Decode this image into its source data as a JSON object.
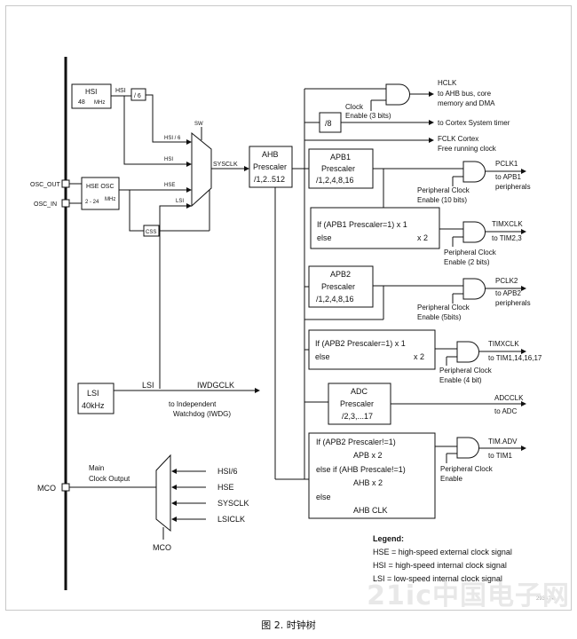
{
  "diagram": {
    "sources": {
      "hsi": {
        "name": "HSI",
        "freq": "48",
        "unit": "MHz"
      },
      "hse": {
        "name": "HSE OSC",
        "freq": "2 - 24",
        "unit": "MHz"
      },
      "lsi": {
        "name": "LSI",
        "freq": "40kHz"
      },
      "pins": {
        "osc_out": "OSC_OUT",
        "osc_in": "OSC_IN",
        "mco": "MCO"
      }
    },
    "sysclk_mux": {
      "sw": "SW",
      "hsi6": "HSI / 6",
      "hsi": "HSI",
      "hse": "HSE",
      "lsi": "LSI",
      "out": "SYSCLK",
      "hsi_tap": "HSI",
      "div6": "/ 6",
      "css": "CSS"
    },
    "ahb": {
      "l1": "AHB",
      "l2": "Prescaler",
      "l3": "/1,2..512"
    },
    "div8": "/8",
    "clock_enable": {
      "l1": "Clock",
      "l2": "Enable (3 bits)"
    },
    "hclk": {
      "l1": "HCLK",
      "l2": "to AHB bus, core",
      "l3": "memory and DMA"
    },
    "systimer": "to Cortex System timer",
    "fclk": {
      "l1": "FCLK Cortex",
      "l2": "Free running clock"
    },
    "apb1": {
      "l1": "APB1",
      "l2": "Prescaler",
      "l3": "/1,2,4,8,16"
    },
    "pclk1": {
      "l1": "PCLK1",
      "l2": "to APB1",
      "l3": "peripherals",
      "en1": "Peripheral Clock",
      "en2": "Enable (10 bits)"
    },
    "tim1box": {
      "l1": "If (APB1 Prescaler=1) x 1",
      "l2": "else",
      "l3": "x 2"
    },
    "timxclk1": {
      "l1": "TIMXCLK",
      "l2": "to TIM2,3",
      "en1": "Peripheral Clock",
      "en2": "Enable (2 bits)"
    },
    "apb2": {
      "l1": "APB2",
      "l2": "Prescaler",
      "l3": "/1,2,4,8,16"
    },
    "pclk2": {
      "l1": "PCLK2",
      "l2": "to APB2",
      "l3": "peripherals",
      "en1": "Peripheral Clock",
      "en2": "Enable (5bits)"
    },
    "tim2box": {
      "l1": "If (APB2 Prescaler=1) x 1",
      "l2": "else",
      "l3": "x 2"
    },
    "timxclk2": {
      "l1": "TIMXCLK",
      "l2": "to TIM1,14,16,17",
      "en1": "Peripheral Clock",
      "en2": "Enable (4 bit)"
    },
    "iwdg": {
      "label": "IWDGCLK",
      "l1": "to Independent",
      "l2": "Watchdog (IWDG)",
      "lsi": "LSI"
    },
    "adc": {
      "l1": "ADC",
      "l2": "Prescaler",
      "l3": "/2,3,...17"
    },
    "adcclk": {
      "l1": "ADCCLK",
      "l2": "to ADC"
    },
    "advbox": {
      "l1": "If (APB2 Prescaler!=1)",
      "l2": "APB x 2",
      "l3": "else if (AHB Prescale!=1)",
      "l4": "AHB x 2",
      "l5": "else",
      "l6": "AHB CLK"
    },
    "timadv": {
      "l1": "TIM.ADV",
      "l2": "to TIM1",
      "en1": "Peripheral Clock",
      "en2": "Enable"
    },
    "mco": {
      "title1": "Main",
      "title2": "Clock Output",
      "in1": "HSI/6",
      "in2": "HSE",
      "in3": "SYSCLK",
      "in4": "LSICLK",
      "label": "MCO"
    },
    "legend": {
      "title": "Legend:",
      "l1": "HSE = high-speed external clock signal",
      "l2": "HSI = high-speed internal clock signal",
      "l3": "LSI = low-speed internal clock signal"
    },
    "tiny_code": "293424"
  },
  "caption": "图 2. 时钟树",
  "watermark": "21ic中国电子网"
}
